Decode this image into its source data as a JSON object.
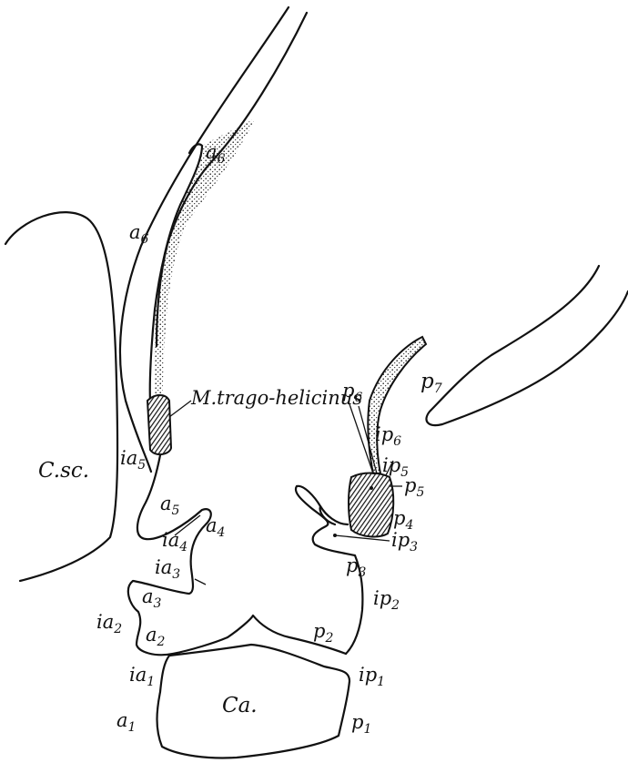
{
  "labels": {
    "a6_top": {
      "base": "a",
      "sub": "6"
    },
    "a6_left": {
      "base": "a",
      "sub": "6"
    },
    "muscle": "M.trago-helicinus",
    "p6": {
      "base": "p",
      "sub": "6"
    },
    "p7": {
      "base": "p",
      "sub": "7"
    },
    "ip6": {
      "base": "ip",
      "sub": "6"
    },
    "ip5": {
      "base": "ip",
      "sub": "5"
    },
    "p5": {
      "base": "p",
      "sub": "5"
    },
    "p4": {
      "base": "p",
      "sub": "4"
    },
    "ip3": {
      "base": "ip",
      "sub": "3"
    },
    "p3": {
      "base": "p",
      "sub": "3"
    },
    "ip2": {
      "base": "ip",
      "sub": "2"
    },
    "p2": {
      "base": "p",
      "sub": "2"
    },
    "ip1": {
      "base": "ip",
      "sub": "1"
    },
    "p1": {
      "base": "p",
      "sub": "1"
    },
    "csc": "C.sc.",
    "ia5": {
      "base": "ia",
      "sub": "5"
    },
    "a5": {
      "base": "a",
      "sub": "5"
    },
    "a4": {
      "base": "a",
      "sub": "4"
    },
    "ia4": {
      "base": "ia",
      "sub": "4"
    },
    "ia3": {
      "base": "ia",
      "sub": "3"
    },
    "a3": {
      "base": "a",
      "sub": "3"
    },
    "ia2": {
      "base": "ia",
      "sub": "2"
    },
    "a2": {
      "base": "a",
      "sub": "2"
    },
    "ia1": {
      "base": "ia",
      "sub": "1"
    },
    "a1": {
      "base": "a",
      "sub": "1"
    },
    "ca": "Ca."
  }
}
